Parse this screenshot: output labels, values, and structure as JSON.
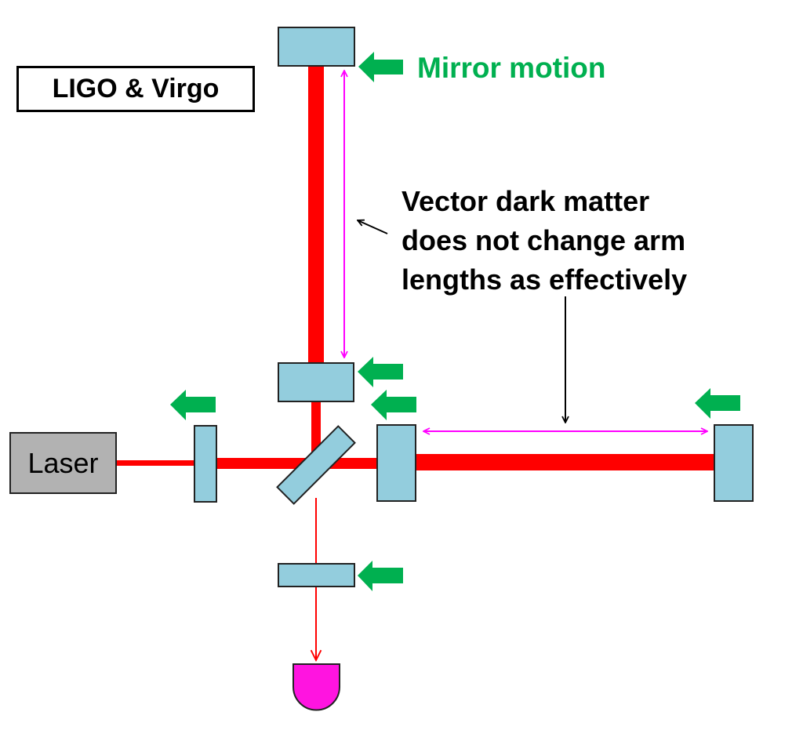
{
  "diagram": {
    "title": "LIGO & Virgo",
    "laser_label": "Laser",
    "legend_label": "Mirror motion",
    "annotation": {
      "lines": [
        "Vector dark matter",
        "does not change arm",
        "lengths as effectively"
      ]
    },
    "colors": {
      "beam": "#ff0000",
      "mirror_fill": "#93cddd",
      "motion_arrow": "#00b050",
      "arm_length_arrow": "#ff00ff",
      "detector": "#ff14e0",
      "laser_fill": "#b2b2b2",
      "annotation_arrow": "#000000"
    },
    "components": [
      "laser",
      "power-recycling-mirror",
      "beam-splitter",
      "y-arm-input-mirror",
      "y-arm-end-mirror",
      "x-arm-input-mirror",
      "x-arm-end-mirror",
      "signal-recycling-mirror",
      "photodetector"
    ]
  }
}
